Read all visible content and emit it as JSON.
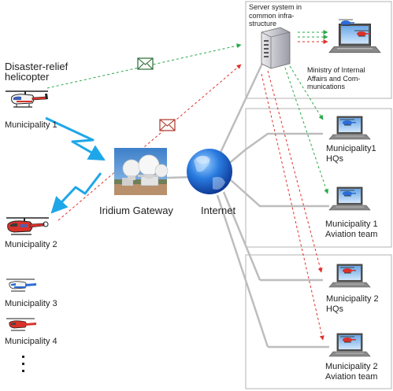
{
  "labels": {
    "disaster_relief": "Disaster-relief",
    "helicopter": "helicopter",
    "municipality_1": "Municipality 1",
    "municipality_2": "Municipality 2",
    "municipality_3": "Municipality 3",
    "municipality_4": "Municipality 4",
    "iridium_gateway": "Iridium Gateway",
    "internet": "Internet",
    "server_line1": "Server system in",
    "server_line2": "common infra-",
    "server_line3": "structure",
    "ministry_line1": "Ministry of Internal",
    "ministry_line2": "Affairs and Com-",
    "ministry_line3": "munications",
    "m1hq_line1": "Municipality1",
    "m1hq_line2": "HQs",
    "m1av_line1": "Municipality 1",
    "m1av_line2": "Aviation team",
    "m2hq_line1": "Municipality 2",
    "m2hq_line2": "HQs",
    "m2av_line1": "Municipality 2",
    "m2av_line2": "Aviation team"
  },
  "colors": {
    "green_arrow": "#2aa84a",
    "red_arrow": "#e0302a",
    "lightning": "#1ea7e8",
    "connector": "#bdbdbd",
    "box_border": "#b3b3b3"
  },
  "icons": [
    "helicopter-icon",
    "envelope-icon",
    "satellite-dome-icon",
    "globe-icon",
    "server-tower-icon",
    "laptop-icon",
    "lightning-link-icon",
    "ellipsis-icon"
  ]
}
